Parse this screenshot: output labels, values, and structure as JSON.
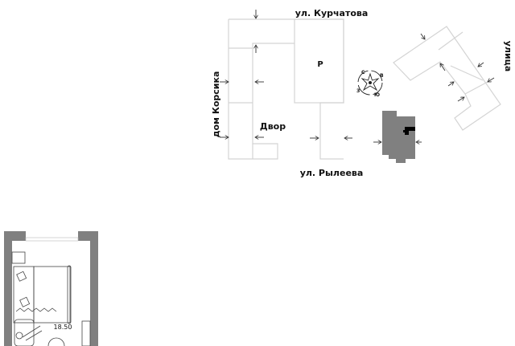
{
  "site_plan": {
    "streets": {
      "north": "ул. Курчатова",
      "south": "ул. Рылеева",
      "west": "дом Корсика",
      "east": "улица"
    },
    "courtyard_label": "Двор",
    "parking_label": "Р",
    "compass": {
      "north": "С",
      "east": "В",
      "south": "Ю",
      "west": "З"
    },
    "colors": {
      "building_outline": "#d4d4d4",
      "highlighted_building": "#808080",
      "apartment_marker": "#000000"
    }
  },
  "floor_plan": {
    "room_area": "18.50",
    "colors": {
      "wall": "#808080"
    }
  }
}
